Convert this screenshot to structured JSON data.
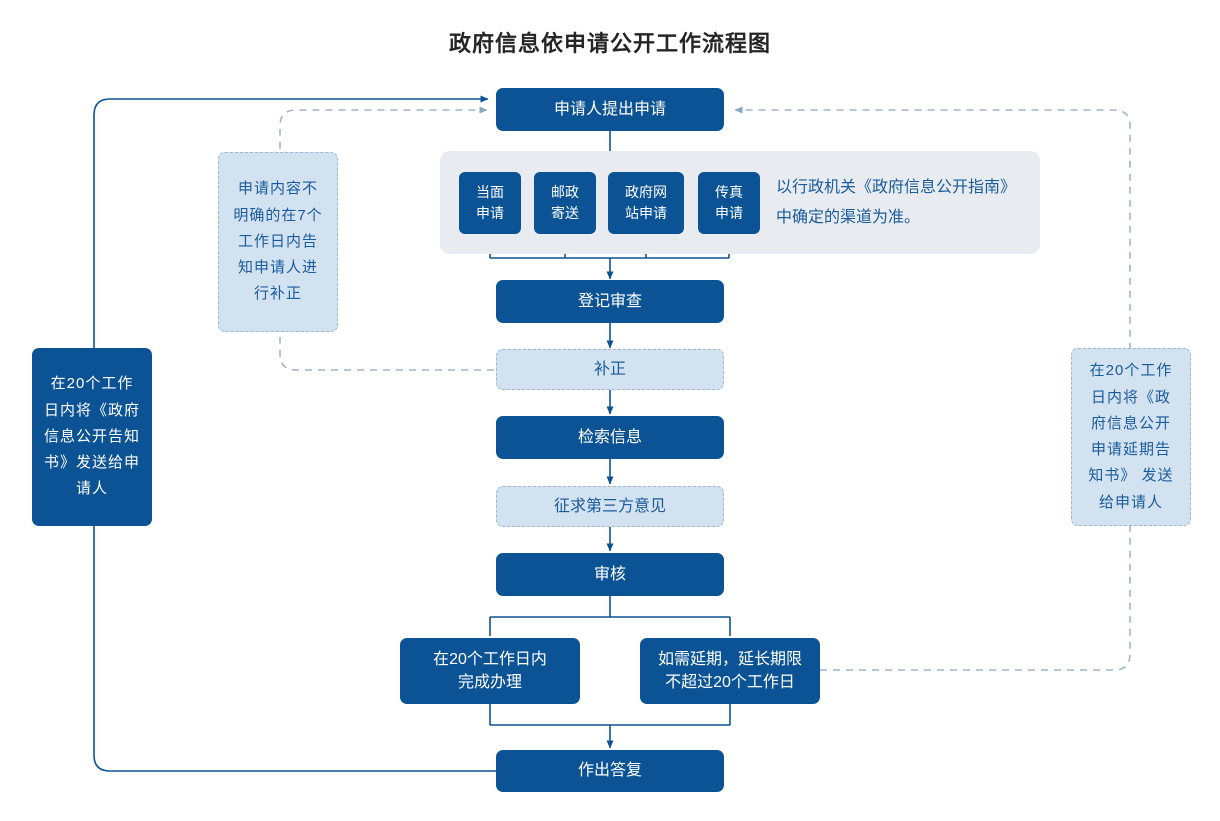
{
  "page": {
    "title": "政府信息依申请公开工作流程图",
    "colors": {
      "primary": "#0b5394",
      "ghost_fill": "#d3e2f1",
      "ghost_text": "#195b9b",
      "panel_fill": "#e8ecf1",
      "dashed_line": "#9fb6cc",
      "solid_line": "#0b5394",
      "title_text": "#262626"
    }
  },
  "flow": {
    "start": {
      "label": "申请人提出申请"
    },
    "channels": [
      {
        "label": "当面\n申请"
      },
      {
        "label": "邮政\n寄送"
      },
      {
        "label": "政府网\n站申请"
      },
      {
        "label": "传真\n申请"
      }
    ],
    "channel_note": "以行政机关《政府信息公开指南》\n中确定的渠道为准。",
    "steps": [
      {
        "label": "登记审查",
        "style": "solid"
      },
      {
        "label": "补正",
        "style": "ghost"
      },
      {
        "label": "检索信息",
        "style": "solid"
      },
      {
        "label": "征求第三方意见",
        "style": "ghost"
      },
      {
        "label": "审核",
        "style": "solid"
      }
    ],
    "branches": [
      {
        "label": "在20个工作日内\n完成办理",
        "style": "solid"
      },
      {
        "label": "如需延期，延长期限\n不超过20个工作日",
        "style": "solid"
      }
    ],
    "end": {
      "label": "作出答复"
    }
  },
  "notes": {
    "left_top": {
      "label": "申请内容不明确的在7个工作日内告知申请人进行补正",
      "style": "ghost"
    },
    "left_bottom": {
      "label": "在20个工作日内将《政府信息公开告知书》发送给申请人",
      "style": "solid"
    },
    "right": {
      "label": "在20个工作日内将《政府信息公开申请延期告知书》 发送给申请人",
      "style": "ghost"
    }
  }
}
